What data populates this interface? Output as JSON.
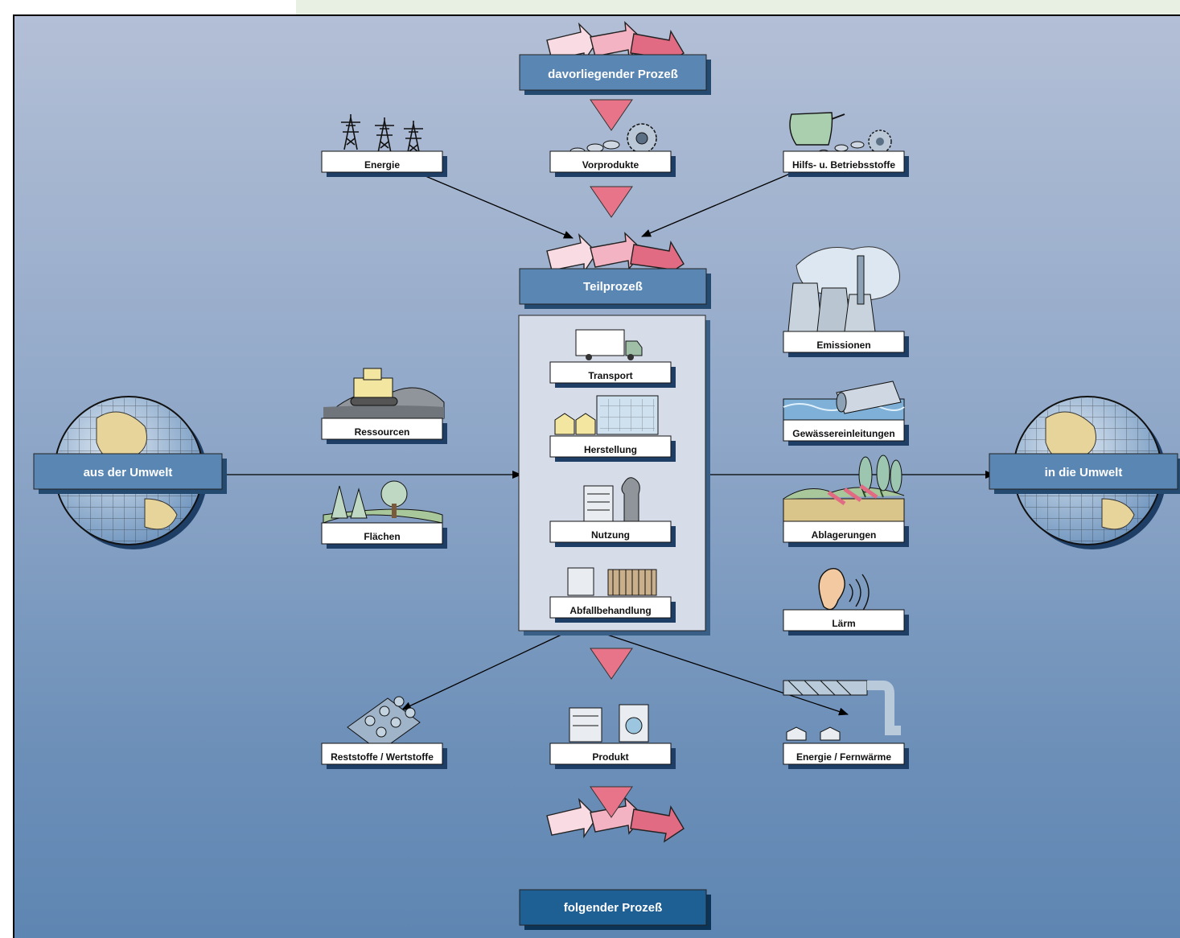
{
  "processes": {
    "top": "davorliegender Prozeß",
    "middle": "Teilprozeß",
    "bottom": "folgender Prozeß"
  },
  "environment": {
    "from": "aus der Umwelt",
    "to": "in die Umwelt"
  },
  "inputs_top": [
    "Energie",
    "Vorprodukte",
    "Hilfs- u. Betriebsstoffe"
  ],
  "inputs_left": [
    "Ressourcen",
    "Flächen"
  ],
  "phases": [
    "Transport",
    "Herstellung",
    "Nutzung",
    "Abfallbehandlung"
  ],
  "outputs_right": [
    "Emissionen",
    "Gewässereinleitungen",
    "Ablagerungen",
    "Lärm"
  ],
  "outputs_bottom": [
    "Reststoffe / Wertstoffe",
    "Produkt",
    "Energie / Fernwärme"
  ],
  "colors": {
    "process_box": "#5a86b3",
    "process_box_dark": "#1e5f94",
    "triangle": "#e8748a",
    "arrow_light": "#f7d3dc",
    "arrow_mid": "#f0a4b4",
    "arrow_strong": "#e0667e"
  }
}
